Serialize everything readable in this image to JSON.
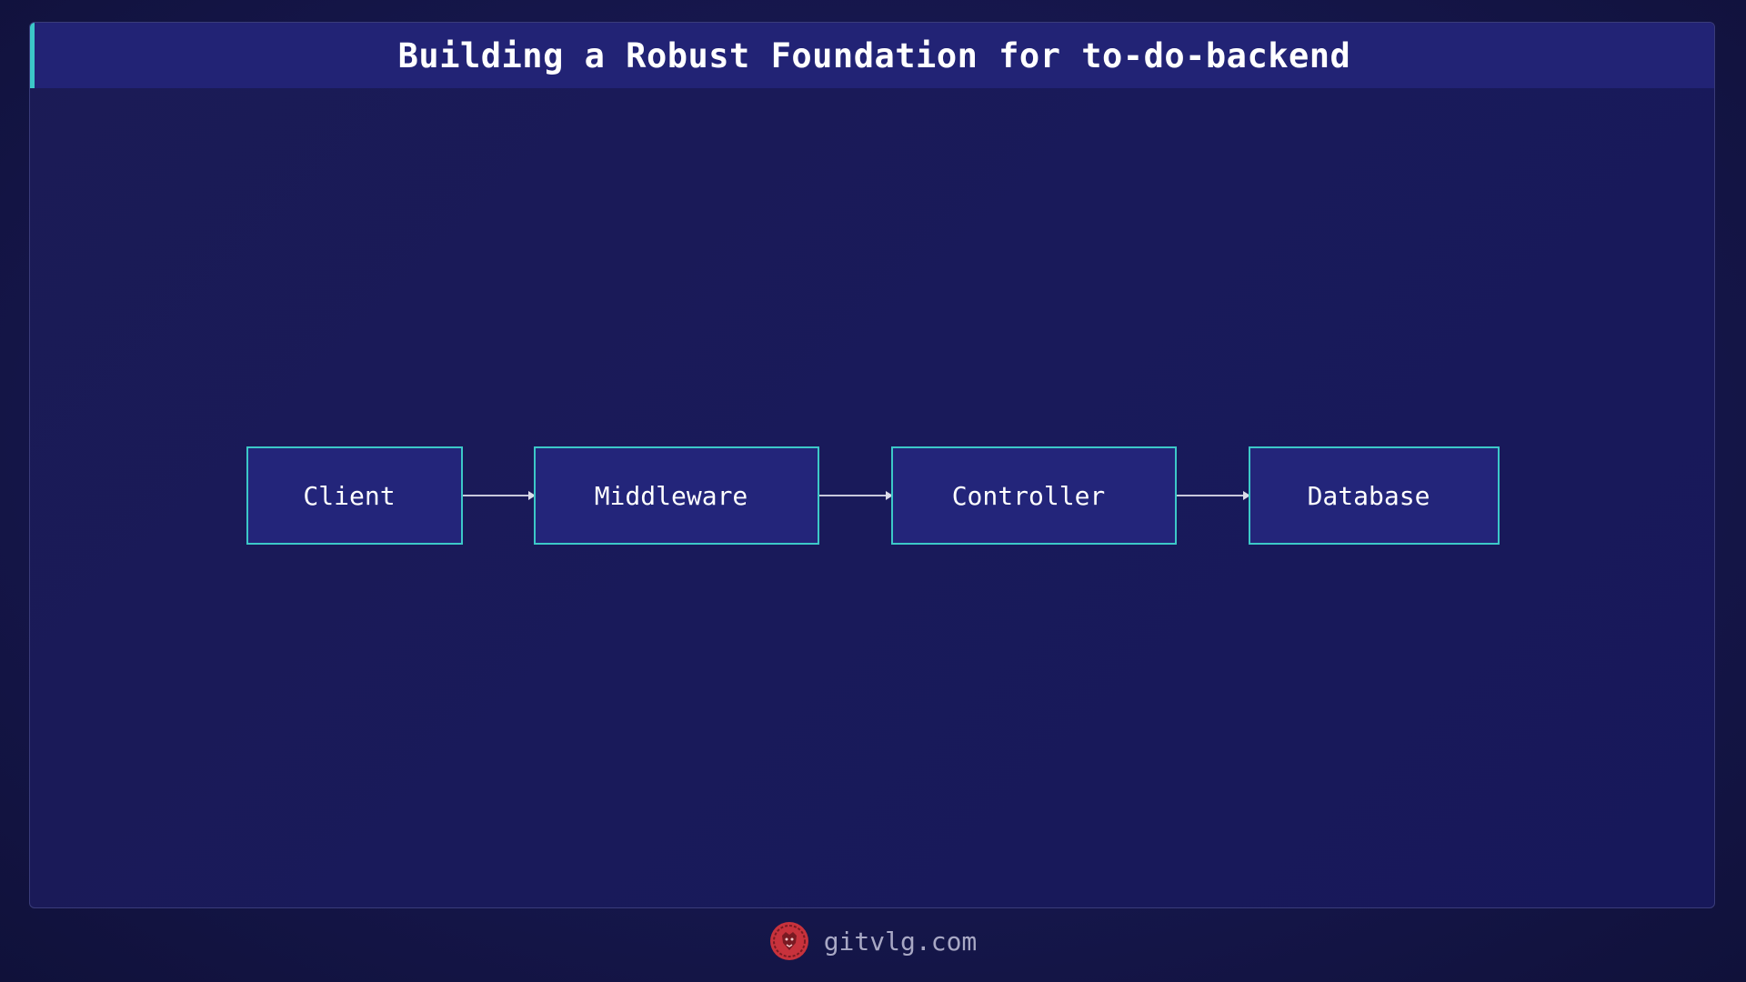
{
  "title": "Building a Robust Foundation for to-do-backend",
  "diagram": {
    "nodes": [
      {
        "id": "client",
        "label": "Client"
      },
      {
        "id": "middleware",
        "label": "Middleware"
      },
      {
        "id": "controller",
        "label": "Controller"
      },
      {
        "id": "database",
        "label": "Database"
      }
    ],
    "edges": [
      {
        "from": "client",
        "to": "middleware"
      },
      {
        "from": "middleware",
        "to": "controller"
      },
      {
        "from": "controller",
        "to": "database"
      }
    ]
  },
  "footer": {
    "logo_icon": "lion-head-icon",
    "site": "gitvlg.com"
  },
  "colors": {
    "background": "#16174d",
    "title_bar": "#222375",
    "accent": "#3cc8c8",
    "node_fill": "#23257a",
    "logo": "#c8323c"
  }
}
